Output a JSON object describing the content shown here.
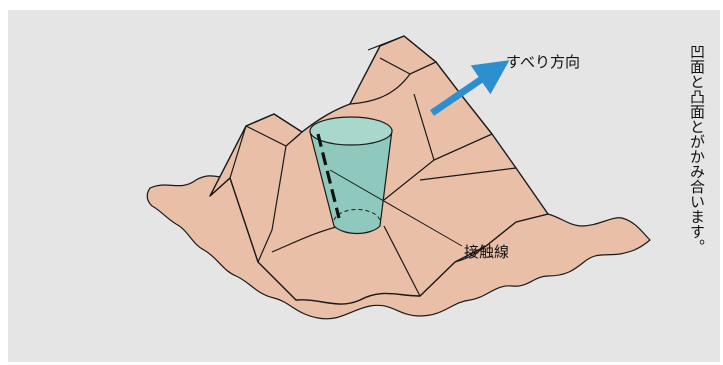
{
  "diagram": {
    "sliding_direction_label": "すべり方向",
    "contact_line_label": "接触線",
    "caption": "凹面と凸面とがかみ合います。"
  },
  "colors": {
    "background_panel": "#e5e5e5",
    "rock_surface": "#e9bfa8",
    "rock_outline": "#1a1a1a",
    "cone_fill": "#8fc9bd",
    "cone_top": "#a8d8cc",
    "arrow": "#2e8fd0"
  }
}
